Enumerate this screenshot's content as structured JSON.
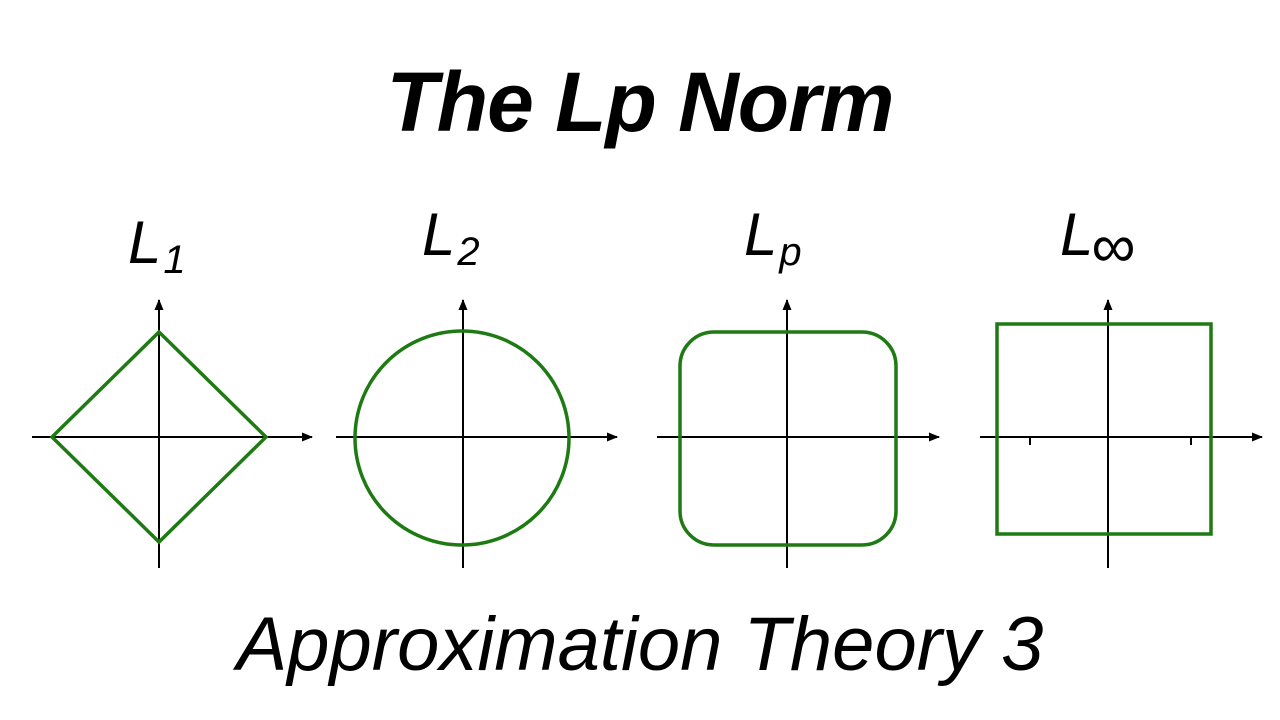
{
  "title": "The Lp Norm",
  "subtitle": "Approximation Theory 3",
  "panels": [
    {
      "id": "l1",
      "letter": "L",
      "subscript": "1",
      "shape": "diamond"
    },
    {
      "id": "l2",
      "letter": "L",
      "subscript": "2",
      "shape": "circle"
    },
    {
      "id": "lp",
      "letter": "L",
      "subscript": "p",
      "shape": "rounded-square"
    },
    {
      "id": "linf",
      "letter": "L",
      "subscript": "∞",
      "shape": "square"
    }
  ],
  "colors": {
    "shape_stroke": "#1e7a12",
    "axis": "#000000",
    "background": "#ffffff"
  }
}
